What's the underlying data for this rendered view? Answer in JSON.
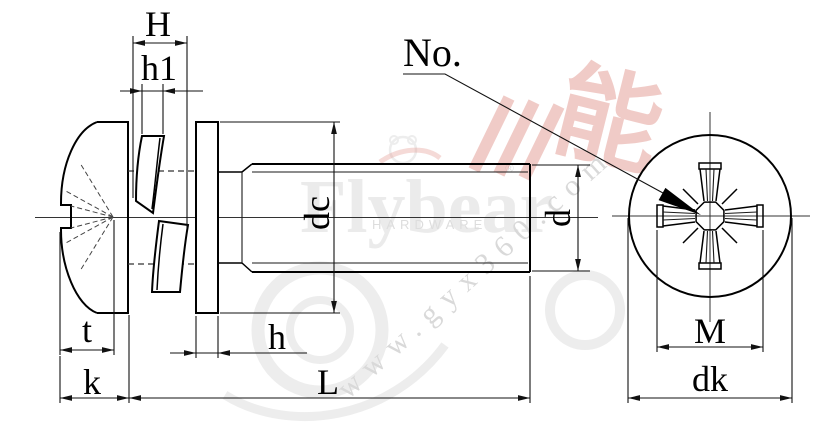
{
  "labels": {
    "H": "H",
    "h1": "h1",
    "no": "No.",
    "dc": "dc",
    "d": "d",
    "t": "t",
    "k": "k",
    "h": "h",
    "L": "L",
    "M": "M",
    "dk": "dk"
  },
  "watermark": {
    "brand": "Flybear",
    "brand_sub": "HARDWARE",
    "site": "www.gyx360.com",
    "logo_char": "能",
    "registered": "®",
    "brand_color": "#ebebeb",
    "site_color": "#d9d9d9",
    "logo_color": "#de8c82"
  },
  "colors": {
    "background": "#ffffff",
    "line": "#000000",
    "dimension": "#111111",
    "centerline": "#333333"
  }
}
